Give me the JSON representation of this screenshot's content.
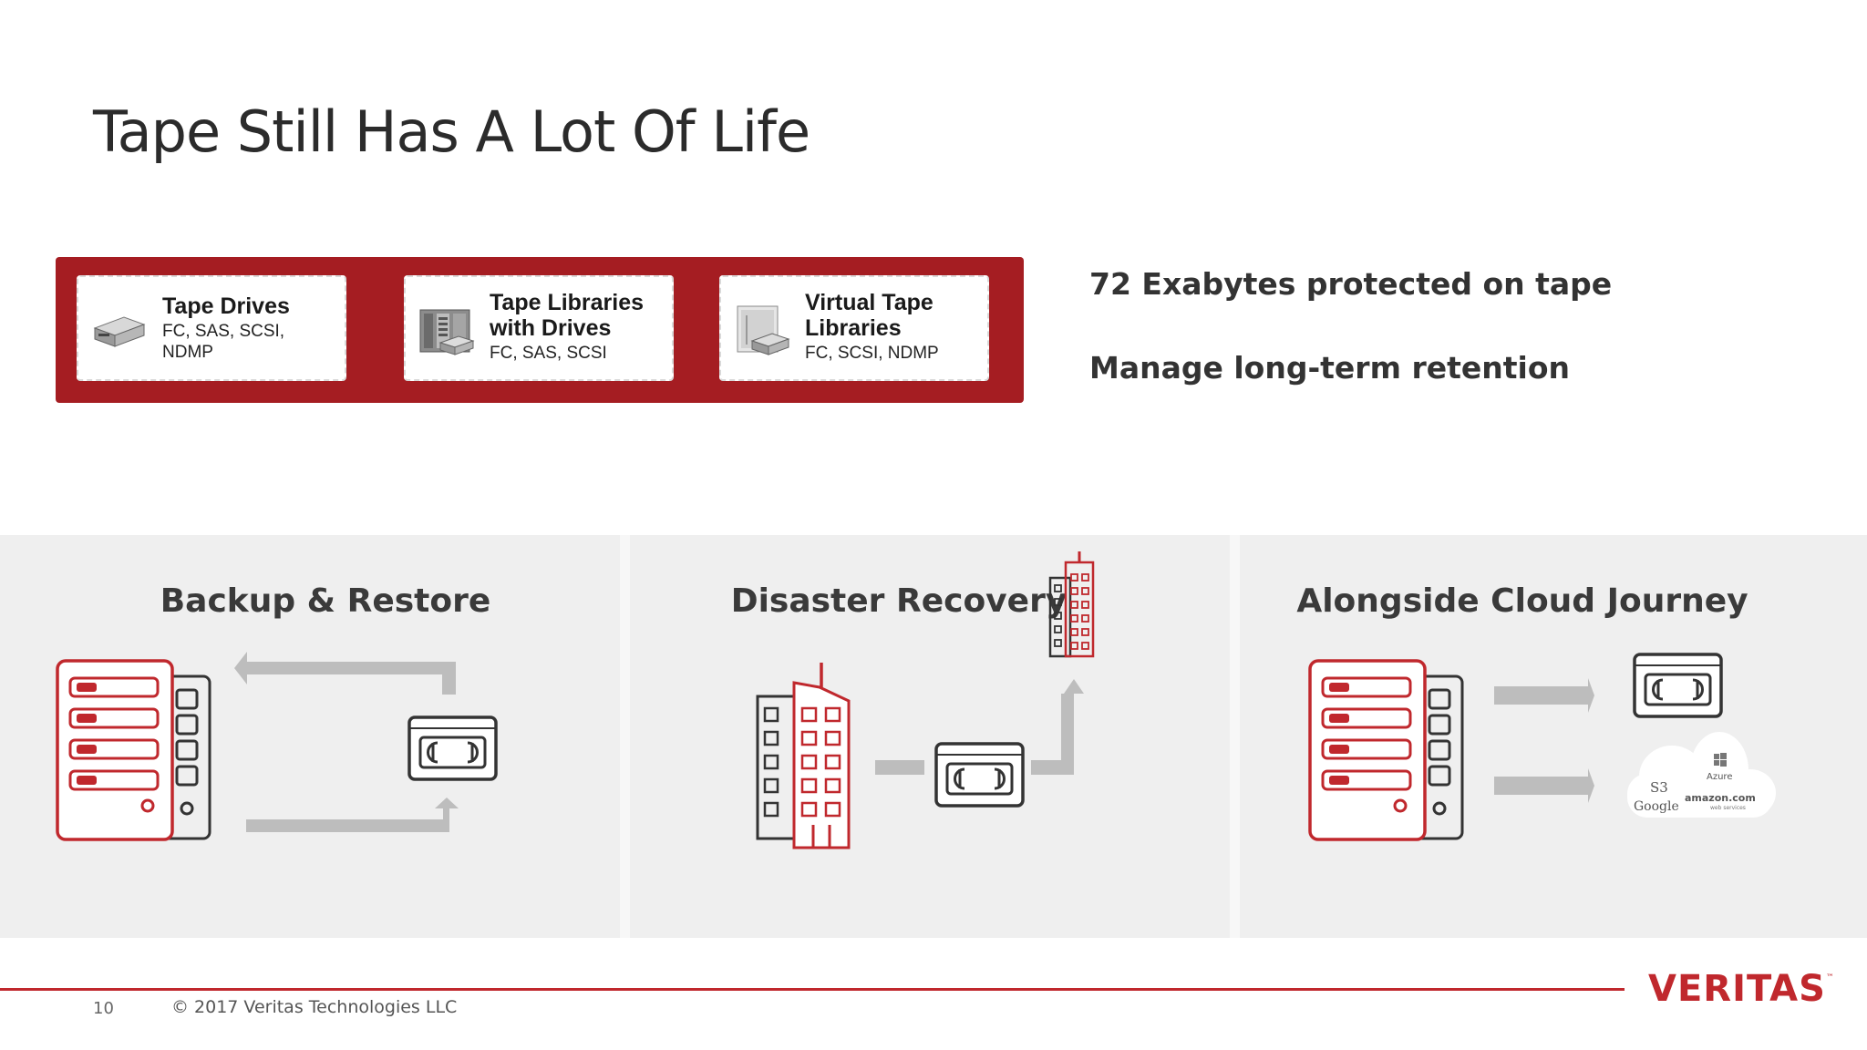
{
  "slide": {
    "title": "Tape Still Has A Lot Of Life",
    "page_number": "10",
    "copyright": "© 2017 Veritas Technologies LLC",
    "logo_text": "VERITAS",
    "logo_tm": "™"
  },
  "banner": {
    "color": "#a51d22",
    "cards": [
      {
        "title_line1": "Tape Drives",
        "title_line2": "",
        "sub_line1": "FC, SAS, SCSI,",
        "sub_line2": "NDMP",
        "icon": "tape-drive-icon"
      },
      {
        "title_line1": "Tape Libraries",
        "title_line2": "with Drives",
        "sub_line1": "FC, SAS, SCSI",
        "sub_line2": "",
        "icon": "tape-library-icon"
      },
      {
        "title_line1": "Virtual Tape",
        "title_line2": "Libraries",
        "sub_line1": "FC, SCSI, NDMP",
        "sub_line2": "",
        "icon": "virtual-tape-library-icon"
      }
    ]
  },
  "stats": {
    "line1": "72 Exabytes protected on tape",
    "line2": "Manage long-term retention"
  },
  "panels": [
    {
      "title": "Backup & Restore",
      "icons": [
        "server-icon",
        "tape-cartridge-icon",
        "arrow-left-icon",
        "arrow-right-icon"
      ]
    },
    {
      "title": "Disaster Recovery",
      "icons": [
        "building-icon",
        "tape-cartridge-icon",
        "remote-building-icon",
        "arrow-up-icon"
      ]
    },
    {
      "title": "Alongside Cloud Journey",
      "icons": [
        "server-icon",
        "tape-cartridge-icon",
        "cloud-icon"
      ],
      "cloud_labels": {
        "s3": "S3",
        "azure": "Azure",
        "google": "Google",
        "amazon": "amazon.com",
        "aws": "web services"
      }
    }
  ],
  "colors": {
    "accent": "#c0282d",
    "dark": "#333333",
    "arrow": "#bdbdbd"
  }
}
